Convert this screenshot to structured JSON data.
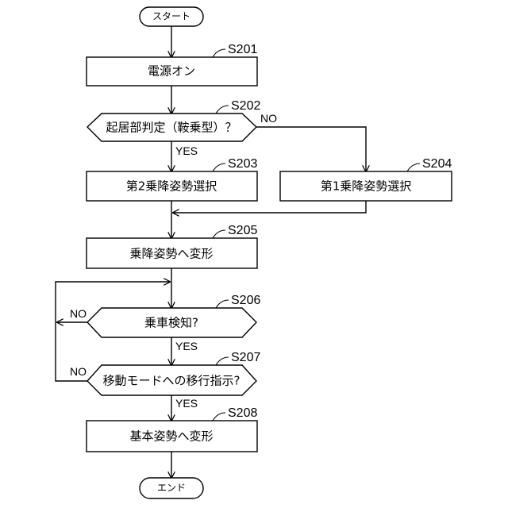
{
  "flow": {
    "start": "スタート",
    "end": "エンド",
    "s201": {
      "step": "S201",
      "text": "電源オン"
    },
    "s202": {
      "step": "S202",
      "text": "起居部判定（鞍乗型）？",
      "no": "NO",
      "yes": "YES"
    },
    "s203": {
      "step": "S203",
      "text": "第2乗降姿勢選択"
    },
    "s204": {
      "step": "S204",
      "text": "第1乗降姿勢選択"
    },
    "s205": {
      "step": "S205",
      "text": "乗降姿勢へ変形"
    },
    "s206": {
      "step": "S206",
      "text": "乗車検知?",
      "no": "NO",
      "yes": "YES"
    },
    "s207": {
      "step": "S207",
      "text": "移動モードへの移行指示?",
      "no": "NO",
      "yes": "YES"
    },
    "s208": {
      "step": "S208",
      "text": "基本姿勢へ変形"
    }
  }
}
